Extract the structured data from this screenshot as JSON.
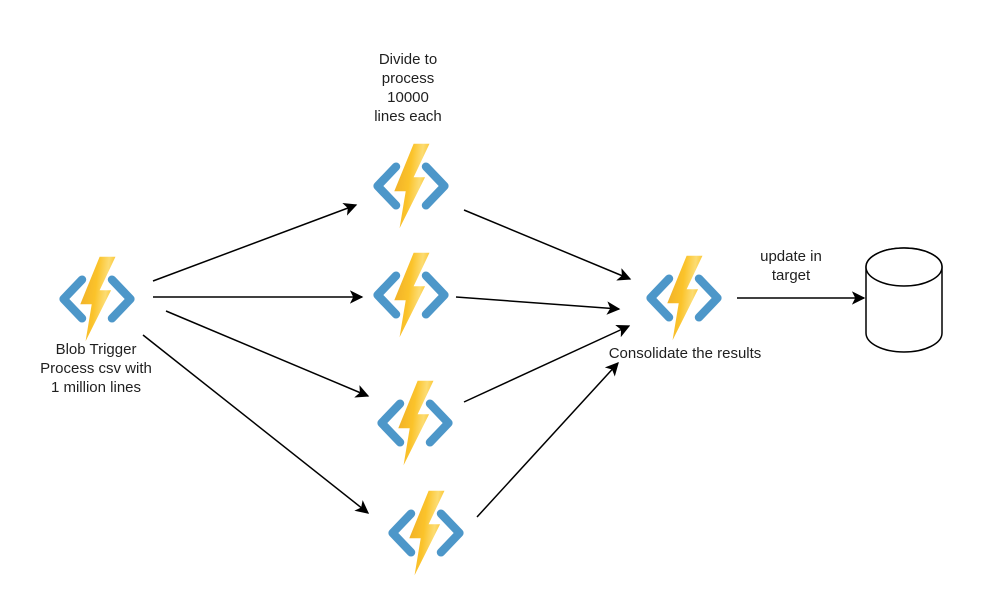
{
  "nodes": {
    "blob_trigger": {
      "icon": "azure-function-icon",
      "label_lines": [
        "Blob Trigger",
        "Process csv with",
        "1 million lines"
      ]
    },
    "workers": {
      "icon": "azure-function-icon",
      "count": 4,
      "note_lines": [
        "Divide to",
        "process",
        "10000",
        "lines each"
      ]
    },
    "consolidate": {
      "icon": "azure-function-icon",
      "label": "Consolidate the results"
    },
    "target_db": {
      "icon": "database-cylinder-icon",
      "note_lines": [
        "update in",
        "target"
      ]
    }
  },
  "colors": {
    "background": "#ffffff",
    "bracket_blue": "#4d97c9",
    "bolt_gold_dark": "#eeac28",
    "bolt_gold": "#fbc32a",
    "bolt_gold_light": "#fcdc72",
    "arrow": "#000000",
    "text": "#1f1f1f"
  }
}
